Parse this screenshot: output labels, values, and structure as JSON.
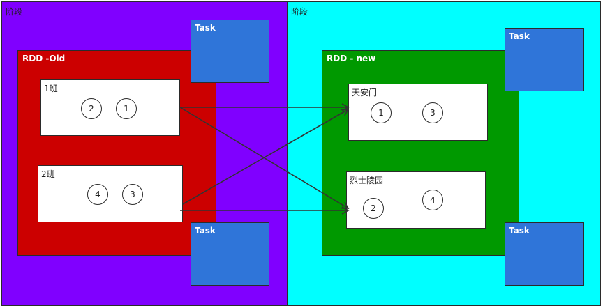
{
  "colors": {
    "stage_left": "#8000ff",
    "stage_right": "#00ffff",
    "rdd_old": "#cc0000",
    "rdd_new": "#009900",
    "task": "#2f75d9",
    "arrow": "#333333"
  },
  "stages": [
    {
      "label": "阶段"
    },
    {
      "label": "阶段"
    }
  ],
  "rdd_old": {
    "title": "RDD -Old",
    "partitions": [
      {
        "label": "1班",
        "items": [
          "2",
          "1"
        ]
      },
      {
        "label": "2班",
        "items": [
          "4",
          "3"
        ]
      }
    ]
  },
  "rdd_new": {
    "title": "RDD - new",
    "partitions": [
      {
        "label": "天安门",
        "items": [
          "1",
          "3"
        ]
      },
      {
        "label": "烈士陵园",
        "items": [
          "2",
          "4"
        ]
      }
    ]
  },
  "tasks": [
    {
      "label": "Task"
    },
    {
      "label": "Task"
    },
    {
      "label": "Task"
    },
    {
      "label": "Task"
    }
  ],
  "edges": [
    {
      "from": "1班",
      "to": "天安门"
    },
    {
      "from": "1班",
      "to": "烈士陵园"
    },
    {
      "from": "2班",
      "to": "天安门"
    },
    {
      "from": "2班",
      "to": "烈士陵园"
    }
  ]
}
